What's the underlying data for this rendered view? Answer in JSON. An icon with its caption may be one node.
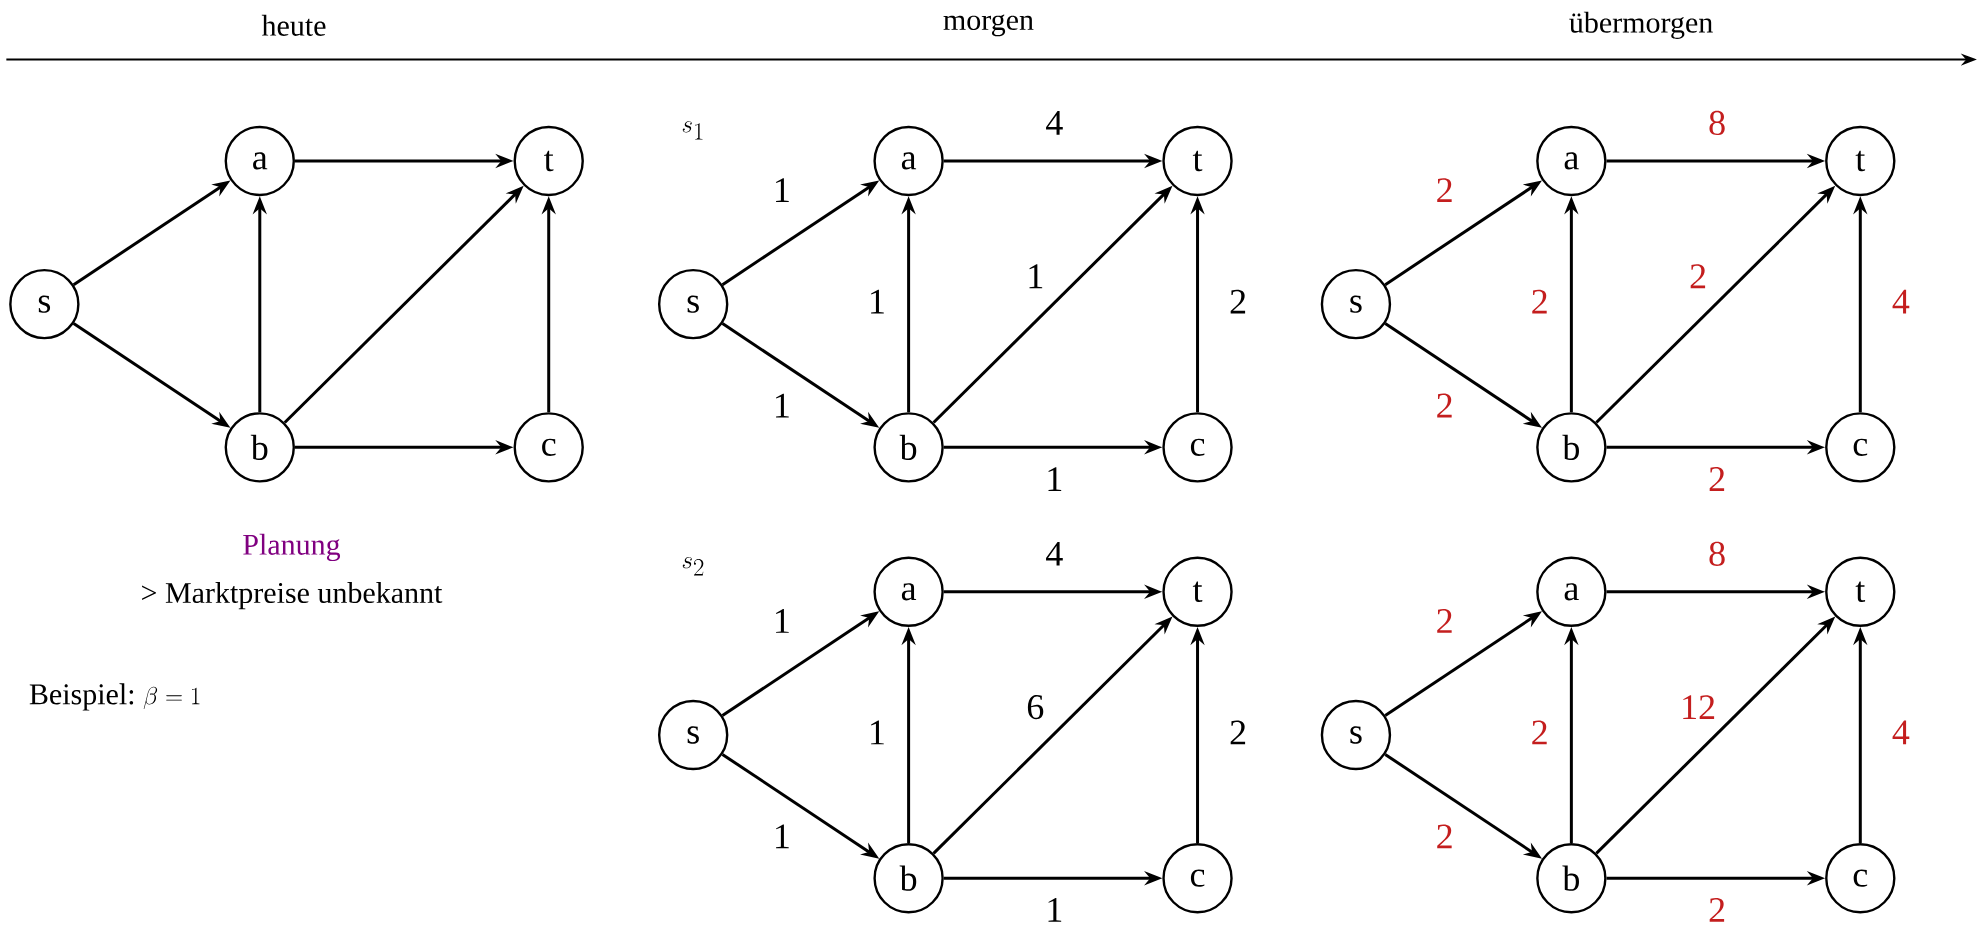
{
  "diagram": {
    "nodes": [
      {
        "text": [
          "s"
        ]
      },
      {
        "text": [
          "a"
        ]
      },
      {
        "text": [
          "t"
        ]
      },
      {
        "text": [
          "b"
        ]
      },
      {
        "text": [
          "c"
        ]
      },
      {
        "text": [
          "s"
        ]
      },
      {
        "text": [
          "a"
        ]
      },
      {
        "text": [
          "t"
        ]
      },
      {
        "text": [
          "b"
        ]
      },
      {
        "text": [
          "c"
        ]
      },
      {
        "text": [
          "s"
        ]
      },
      {
        "text": [
          "a"
        ]
      },
      {
        "text": [
          "t"
        ]
      },
      {
        "text": [
          "b"
        ]
      },
      {
        "text": [
          "c"
        ]
      },
      {
        "text": [
          "s"
        ]
      },
      {
        "text": [
          "a"
        ]
      },
      {
        "text": [
          "t"
        ]
      },
      {
        "text": [
          "b"
        ]
      },
      {
        "text": [
          "c"
        ]
      },
      {
        "text": [
          "s"
        ]
      },
      {
        "text": [
          "a"
        ]
      },
      {
        "text": [
          "t"
        ]
      },
      {
        "text": [
          "b"
        ]
      },
      {
        "text": [
          "c"
        ]
      }
    ],
    "edges": [
      {
        "from": 0,
        "to": 1,
        "arrow": "to"
      },
      {
        "from": 1,
        "to": 2,
        "arrow": "to"
      },
      {
        "from": 3,
        "to": 1,
        "arrow": "to"
      },
      {
        "from": 0,
        "to": 3,
        "arrow": "to"
      },
      {
        "from": 3,
        "to": 2,
        "arrow": "to"
      },
      {
        "from": 4,
        "to": 2,
        "arrow": "to"
      },
      {
        "from": 3,
        "to": 4,
        "arrow": "to"
      },
      {
        "from": 5,
        "to": 6,
        "arrow": "to",
        "label": "1"
      },
      {
        "from": 6,
        "to": 7,
        "arrow": "to",
        "label": "4"
      },
      {
        "from": 8,
        "to": 6,
        "arrow": "to",
        "label": "1"
      },
      {
        "from": 5,
        "to": 8,
        "arrow": "to",
        "label": "1"
      },
      {
        "from": 8,
        "to": 7,
        "arrow": "to",
        "label": "1"
      },
      {
        "from": 9,
        "to": 7,
        "arrow": "to",
        "label": "2"
      },
      {
        "from": 8,
        "to": 9,
        "arrow": "to",
        "label": "1"
      },
      {
        "from": 10,
        "to": 11,
        "arrow": "to",
        "label": "2"
      },
      {
        "from": 11,
        "to": 12,
        "arrow": "to",
        "label": "8"
      },
      {
        "from": 13,
        "to": 11,
        "arrow": "to",
        "label": "2"
      },
      {
        "from": 10,
        "to": 13,
        "arrow": "to",
        "label": "2"
      },
      {
        "from": 13,
        "to": 12,
        "arrow": "to",
        "label": "2"
      },
      {
        "from": 14,
        "to": 12,
        "arrow": "to",
        "label": "4"
      },
      {
        "from": 13,
        "to": 14,
        "arrow": "to",
        "label": "2"
      },
      {
        "from": 15,
        "to": 16,
        "arrow": "to",
        "label": "1"
      },
      {
        "from": 16,
        "to": 17,
        "arrow": "to",
        "label": "4"
      },
      {
        "from": 18,
        "to": 16,
        "arrow": "to",
        "label": "1"
      },
      {
        "from": 15,
        "to": 18,
        "arrow": "to",
        "label": "1"
      },
      {
        "from": 18,
        "to": 17,
        "arrow": "to",
        "label": "6"
      },
      {
        "from": 19,
        "to": 17,
        "arrow": "to",
        "label": "2"
      },
      {
        "from": 18,
        "to": 19,
        "arrow": "to",
        "label": "1"
      },
      {
        "from": 20,
        "to": 21,
        "arrow": "to",
        "label": "2"
      },
      {
        "from": 21,
        "to": 22,
        "arrow": "to",
        "label": "8"
      },
      {
        "from": 23,
        "to": 21,
        "arrow": "to",
        "label": "2"
      },
      {
        "from": 20,
        "to": 23,
        "arrow": "to",
        "label": "2"
      },
      {
        "from": 23,
        "to": 22,
        "arrow": "to",
        "label": "12"
      },
      {
        "from": 24,
        "to": 22,
        "arrow": "to",
        "label": "4"
      },
      {
        "from": 23,
        "to": 24,
        "arrow": "to",
        "label": "2"
      }
    ],
    "labels": [
      "heute",
      "morgen",
      "übermorgen",
      "s_1",
      "s_2",
      "Planung",
      "> Marktpreise unbekannt",
      "Beispiel:",
      "\\beta=1"
    ]
  }
}
